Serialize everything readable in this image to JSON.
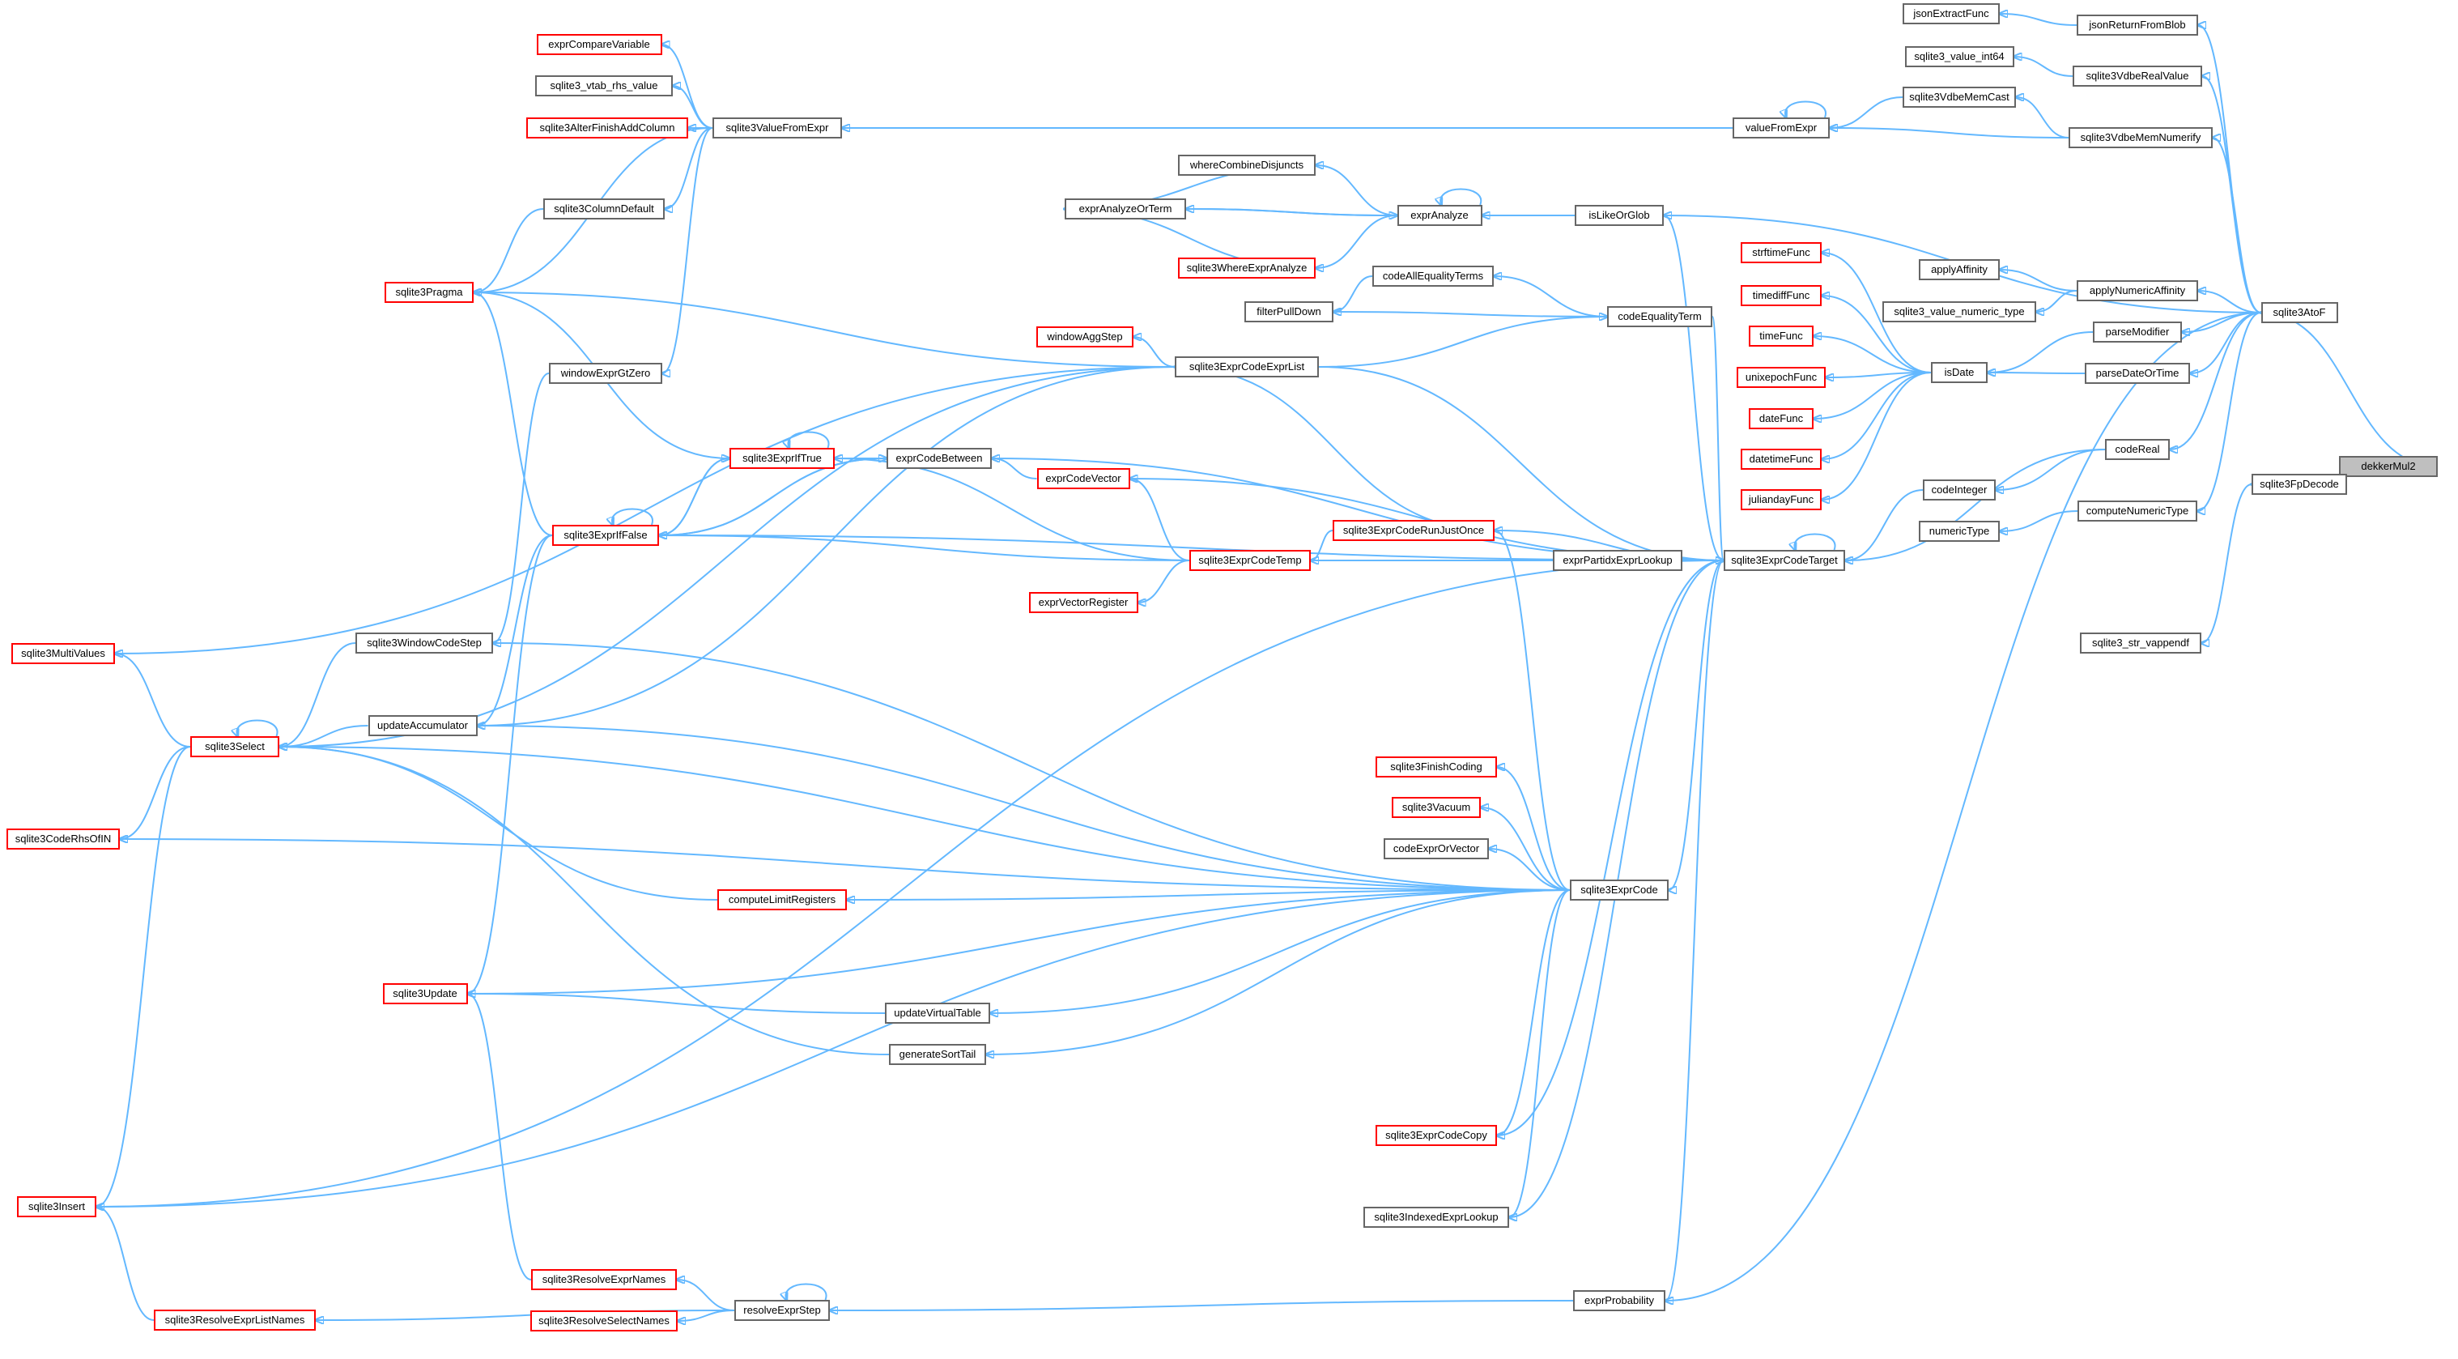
{
  "colors": {
    "edge": "#63b8ff",
    "node_border": "#666666",
    "highlight_border": "#ff0000",
    "focus_fill": "#bfbfbf"
  },
  "nodes": [
    {
      "id": "dekkerMul2",
      "label": "dekkerMul2",
      "style": "focus"
    },
    {
      "id": "jsonExtractFunc",
      "label": "jsonExtractFunc"
    },
    {
      "id": "jsonReturnFromBlob",
      "label": "jsonReturnFromBlob"
    },
    {
      "id": "sqlite3_value_int64",
      "label": "sqlite3_value_int64"
    },
    {
      "id": "sqlite3VdbeRealValue",
      "label": "sqlite3VdbeRealValue"
    },
    {
      "id": "sqlite3VdbeMemCast",
      "label": "sqlite3VdbeMemCast"
    },
    {
      "id": "sqlite3VdbeMemNumerify",
      "label": "sqlite3VdbeMemNumerify"
    },
    {
      "id": "exprCompareVariable",
      "label": "exprCompareVariable",
      "style": "red"
    },
    {
      "id": "sqlite3_vtab_rhs_value",
      "label": "sqlite3_vtab_rhs_value"
    },
    {
      "id": "sqlite3AlterFinishAddColumn",
      "label": "sqlite3AlterFinishAddColumn",
      "style": "red"
    },
    {
      "id": "sqlite3ValueFromExpr",
      "label": "sqlite3ValueFromExpr"
    },
    {
      "id": "valueFromExpr",
      "label": "valueFromExpr"
    },
    {
      "id": "whereCombineDisjuncts",
      "label": "whereCombineDisjuncts"
    },
    {
      "id": "exprAnalyzeOrTerm",
      "label": "exprAnalyzeOrTerm"
    },
    {
      "id": "exprAnalyze",
      "label": "exprAnalyze"
    },
    {
      "id": "isLikeOrGlob",
      "label": "isLikeOrGlob"
    },
    {
      "id": "sqlite3ColumnDefault",
      "label": "sqlite3ColumnDefault"
    },
    {
      "id": "sqlite3WhereExprAnalyze",
      "label": "sqlite3WhereExprAnalyze",
      "style": "red"
    },
    {
      "id": "strftimeFunc",
      "label": "strftimeFunc",
      "style": "red"
    },
    {
      "id": "applyAffinity",
      "label": "applyAffinity"
    },
    {
      "id": "codeAllEqualityTerms",
      "label": "codeAllEqualityTerms"
    },
    {
      "id": "sqlite3Pragma",
      "label": "sqlite3Pragma",
      "style": "red"
    },
    {
      "id": "timediffFunc",
      "label": "timediffFunc",
      "style": "red"
    },
    {
      "id": "applyNumericAffinity",
      "label": "applyNumericAffinity"
    },
    {
      "id": "sqlite3AtoF",
      "label": "sqlite3AtoF"
    },
    {
      "id": "filterPullDown",
      "label": "filterPullDown"
    },
    {
      "id": "codeEqualityTerm",
      "label": "codeEqualityTerm"
    },
    {
      "id": "sqlite3_value_numeric_type",
      "label": "sqlite3_value_numeric_type"
    },
    {
      "id": "parseModifier",
      "label": "parseModifier"
    },
    {
      "id": "windowAggStep",
      "label": "windowAggStep",
      "style": "red"
    },
    {
      "id": "timeFunc",
      "label": "timeFunc",
      "style": "red"
    },
    {
      "id": "sqlite3ExprCodeExprList",
      "label": "sqlite3ExprCodeExprList"
    },
    {
      "id": "windowExprGtZero",
      "label": "windowExprGtZero"
    },
    {
      "id": "unixepochFunc",
      "label": "unixepochFunc",
      "style": "red"
    },
    {
      "id": "isDate",
      "label": "isDate"
    },
    {
      "id": "parseDateOrTime",
      "label": "parseDateOrTime"
    },
    {
      "id": "dateFunc",
      "label": "dateFunc",
      "style": "red"
    },
    {
      "id": "codeReal",
      "label": "codeReal"
    },
    {
      "id": "sqlite3ExprIfTrue",
      "label": "sqlite3ExprIfTrue",
      "style": "red"
    },
    {
      "id": "exprCodeBetween",
      "label": "exprCodeBetween"
    },
    {
      "id": "datetimeFunc",
      "label": "datetimeFunc",
      "style": "red"
    },
    {
      "id": "exprCodeVector",
      "label": "exprCodeVector",
      "style": "red"
    },
    {
      "id": "sqlite3FpDecode",
      "label": "sqlite3FpDecode"
    },
    {
      "id": "codeInteger",
      "label": "codeInteger"
    },
    {
      "id": "juliandayFunc",
      "label": "juliandayFunc",
      "style": "red"
    },
    {
      "id": "computeNumericType",
      "label": "computeNumericType"
    },
    {
      "id": "sqlite3ExprCodeRunJustOnce",
      "label": "sqlite3ExprCodeRunJustOnce",
      "style": "red"
    },
    {
      "id": "sqlite3ExprIfFalse",
      "label": "sqlite3ExprIfFalse",
      "style": "red"
    },
    {
      "id": "numericType",
      "label": "numericType"
    },
    {
      "id": "exprPartidxExprLookup",
      "label": "exprPartidxExprLookup"
    },
    {
      "id": "sqlite3ExprCodeTarget",
      "label": "sqlite3ExprCodeTarget"
    },
    {
      "id": "sqlite3ExprCodeTemp",
      "label": "sqlite3ExprCodeTemp",
      "style": "red"
    },
    {
      "id": "exprVectorRegister",
      "label": "exprVectorRegister",
      "style": "red"
    },
    {
      "id": "sqlite3WindowCodeStep",
      "label": "sqlite3WindowCodeStep"
    },
    {
      "id": "sqlite3_str_vappendf",
      "label": "sqlite3_str_vappendf"
    },
    {
      "id": "sqlite3MultiValues",
      "label": "sqlite3MultiValues",
      "style": "red"
    },
    {
      "id": "updateAccumulator",
      "label": "updateAccumulator"
    },
    {
      "id": "sqlite3Select",
      "label": "sqlite3Select",
      "style": "red"
    },
    {
      "id": "sqlite3FinishCoding",
      "label": "sqlite3FinishCoding",
      "style": "red"
    },
    {
      "id": "sqlite3Vacuum",
      "label": "sqlite3Vacuum",
      "style": "red"
    },
    {
      "id": "sqlite3CodeRhsOfIN",
      "label": "sqlite3CodeRhsOfIN",
      "style": "red"
    },
    {
      "id": "codeExprOrVector",
      "label": "codeExprOrVector"
    },
    {
      "id": "sqlite3ExprCode",
      "label": "sqlite3ExprCode"
    },
    {
      "id": "computeLimitRegisters",
      "label": "computeLimitRegisters",
      "style": "red"
    },
    {
      "id": "sqlite3Update",
      "label": "sqlite3Update",
      "style": "red"
    },
    {
      "id": "updateVirtualTable",
      "label": "updateVirtualTable"
    },
    {
      "id": "generateSortTail",
      "label": "generateSortTail"
    },
    {
      "id": "sqlite3ExprCodeCopy",
      "label": "sqlite3ExprCodeCopy",
      "style": "red"
    },
    {
      "id": "sqlite3Insert",
      "label": "sqlite3Insert",
      "style": "red"
    },
    {
      "id": "sqlite3IndexedExprLookup",
      "label": "sqlite3IndexedExprLookup"
    },
    {
      "id": "sqlite3ResolveExprNames",
      "label": "sqlite3ResolveExprNames",
      "style": "red"
    },
    {
      "id": "exprProbability",
      "label": "exprProbability"
    },
    {
      "id": "resolveExprStep",
      "label": "resolveExprStep"
    },
    {
      "id": "sqlite3ResolveSelectNames",
      "label": "sqlite3ResolveSelectNames",
      "style": "red"
    },
    {
      "id": "sqlite3ResolveExprListNames",
      "label": "sqlite3ResolveExprListNames",
      "style": "red"
    }
  ],
  "edges": [
    [
      "jsonExtractFunc",
      "jsonReturnFromBlob"
    ],
    [
      "sqlite3_value_int64",
      "sqlite3VdbeRealValue"
    ],
    [
      "sqlite3VdbeMemCast",
      "sqlite3VdbeMemNumerify"
    ],
    [
      "jsonReturnFromBlob",
      "sqlite3AtoF"
    ],
    [
      "sqlite3VdbeRealValue",
      "sqlite3AtoF"
    ],
    [
      "sqlite3VdbeMemNumerify",
      "sqlite3AtoF"
    ],
    [
      "exprCompareVariable",
      "sqlite3ValueFromExpr"
    ],
    [
      "sqlite3_vtab_rhs_value",
      "sqlite3ValueFromExpr"
    ],
    [
      "sqlite3AlterFinishAddColumn",
      "sqlite3ValueFromExpr"
    ],
    [
      "sqlite3ColumnDefault",
      "sqlite3ValueFromExpr"
    ],
    [
      "sqlite3Pragma",
      "sqlite3ValueFromExpr"
    ],
    [
      "windowExprGtZero",
      "sqlite3ValueFromExpr"
    ],
    [
      "sqlite3ValueFromExpr",
      "valueFromExpr"
    ],
    [
      "valueFromExpr",
      "valueFromExpr"
    ],
    [
      "valueFromExpr",
      "sqlite3VdbeMemCast"
    ],
    [
      "valueFromExpr",
      "sqlite3VdbeMemNumerify"
    ],
    [
      "exprAnalyzeOrTerm",
      "whereCombineDisjuncts"
    ],
    [
      "whereCombineDisjuncts",
      "exprAnalyze"
    ],
    [
      "exprAnalyzeOrTerm",
      "exprAnalyze"
    ],
    [
      "exprAnalyze",
      "exprAnalyzeOrTerm"
    ],
    [
      "exprAnalyze",
      "exprAnalyze"
    ],
    [
      "exprAnalyzeOrTerm",
      "sqlite3WhereExprAnalyze"
    ],
    [
      "sqlite3WhereExprAnalyze",
      "exprAnalyze"
    ],
    [
      "exprAnalyze",
      "isLikeOrGlob"
    ],
    [
      "isLikeOrGlob",
      "sqlite3AtoF"
    ],
    [
      "sqlite3Pragma",
      "sqlite3ColumnDefault"
    ],
    [
      "applyAffinity",
      "applyNumericAffinity"
    ],
    [
      "sqlite3_value_numeric_type",
      "applyNumericAffinity"
    ],
    [
      "applyNumericAffinity",
      "sqlite3AtoF"
    ],
    [
      "filterPullDown",
      "codeAllEqualityTerms"
    ],
    [
      "codeAllEqualityTerms",
      "codeEqualityTerm"
    ],
    [
      "filterPullDown",
      "codeEqualityTerm"
    ],
    [
      "parseModifier",
      "sqlite3AtoF"
    ],
    [
      "parseDateOrTime",
      "sqlite3AtoF"
    ],
    [
      "strftimeFunc",
      "isDate"
    ],
    [
      "timediffFunc",
      "isDate"
    ],
    [
      "timeFunc",
      "isDate"
    ],
    [
      "unixepochFunc",
      "isDate"
    ],
    [
      "dateFunc",
      "isDate"
    ],
    [
      "datetimeFunc",
      "isDate"
    ],
    [
      "juliandayFunc",
      "isDate"
    ],
    [
      "isDate",
      "parseModifier"
    ],
    [
      "isDate",
      "parseDateOrTime"
    ],
    [
      "codeReal",
      "sqlite3AtoF"
    ],
    [
      "codeInteger",
      "codeReal"
    ],
    [
      "computeNumericType",
      "sqlite3AtoF"
    ],
    [
      "numericType",
      "computeNumericType"
    ],
    [
      "sqlite3AtoF",
      "dekkerMul2"
    ],
    [
      "sqlite3FpDecode",
      "dekkerMul2"
    ],
    [
      "sqlite3_str_vappendf",
      "sqlite3FpDecode"
    ],
    [
      "windowAggStep",
      "sqlite3ExprCodeExprList"
    ],
    [
      "sqlite3Pragma",
      "sqlite3ExprCodeExprList"
    ],
    [
      "sqlite3Select",
      "sqlite3ExprCodeExprList"
    ],
    [
      "codeEqualityTerm",
      "sqlite3ExprCodeExprList"
    ],
    [
      "sqlite3ExprIfTrue",
      "sqlite3ExprIfTrue"
    ],
    [
      "sqlite3ExprIfTrue",
      "sqlite3ExprIfFalse"
    ],
    [
      "sqlite3ExprIfFalse",
      "sqlite3ExprIfTrue"
    ],
    [
      "sqlite3ExprIfFalse",
      "sqlite3ExprIfFalse"
    ],
    [
      "exprCodeBetween",
      "sqlite3ExprIfTrue"
    ],
    [
      "exprCodeBetween",
      "sqlite3ExprIfFalse"
    ],
    [
      "sqlite3ExprIfTrue",
      "exprCodeBetween"
    ],
    [
      "sqlite3ExprIfFalse",
      "exprCodeBetween"
    ],
    [
      "sqlite3Pragma",
      "sqlite3ExprIfTrue"
    ],
    [
      "sqlite3Pragma",
      "sqlite3ExprIfFalse"
    ],
    [
      "exprCodeBetween",
      "exprCodeVector"
    ],
    [
      "exprCodeVector",
      "sqlite3ExprCodeTemp"
    ],
    [
      "sqlite3ExprIfTrue",
      "sqlite3ExprCodeTemp"
    ],
    [
      "sqlite3ExprIfFalse",
      "sqlite3ExprCodeTemp"
    ],
    [
      "exprVectorRegister",
      "sqlite3ExprCodeTemp"
    ],
    [
      "sqlite3ExprCodeTemp",
      "sqlite3ExprCodeRunJustOnce"
    ],
    [
      "sqlite3ExprCodeExprList",
      "sqlite3ExprCodeRunJustOnce"
    ],
    [
      "sqlite3ExprCodeTarget",
      "sqlite3ExprCodeTemp"
    ],
    [
      "sqlite3ExprCodeTarget",
      "sqlite3ExprCodeExprList"
    ],
    [
      "sqlite3ExprCodeTarget",
      "exprCodeBetween"
    ],
    [
      "sqlite3ExprCodeTarget",
      "exprCodeVector"
    ],
    [
      "sqlite3ExprCodeTarget",
      "sqlite3ExprCodeRunJustOnce"
    ],
    [
      "sqlite3ExprCodeTarget",
      "exprPartidxExprLookup"
    ],
    [
      "sqlite3ExprCodeTarget",
      "sqlite3ExprIfFalse"
    ],
    [
      "sqlite3ExprCodeTarget",
      "sqlite3ExprCodeTarget"
    ],
    [
      "sqlite3ExprCodeTarget",
      "codeInteger"
    ],
    [
      "sqlite3ExprCodeTarget",
      "codeReal"
    ],
    [
      "sqlite3ExprCodeTarget",
      "isLikeOrGlob"
    ],
    [
      "sqlite3ExprCodeTarget",
      "codeEqualityTerm"
    ],
    [
      "sqlite3ExprCodeRunJustOnce",
      "sqlite3ExprCode"
    ],
    [
      "sqlite3ExprCode",
      "sqlite3ExprCodeTarget"
    ],
    [
      "sqlite3ExprCodeCopy",
      "sqlite3ExprCodeTarget"
    ],
    [
      "sqlite3IndexedExprLookup",
      "sqlite3ExprCodeTarget"
    ],
    [
      "exprProbability",
      "sqlite3ExprCodeTarget"
    ],
    [
      "sqlite3Select",
      "sqlite3WindowCodeStep"
    ],
    [
      "sqlite3MultiValues",
      "sqlite3Select"
    ],
    [
      "sqlite3Select",
      "sqlite3Select"
    ],
    [
      "sqlite3Select",
      "updateAccumulator"
    ],
    [
      "sqlite3CodeRhsOfIN",
      "sqlite3Select"
    ],
    [
      "sqlite3Insert",
      "sqlite3Select"
    ],
    [
      "sqlite3WindowCodeStep",
      "windowExprGtZero"
    ],
    [
      "sqlite3WindowCodeStep",
      "sqlite3ExprCode"
    ],
    [
      "updateAccumulator",
      "sqlite3ExprIfFalse"
    ],
    [
      "updateAccumulator",
      "sqlite3ExprCodeExprList"
    ],
    [
      "updateAccumulator",
      "sqlite3ExprCode"
    ],
    [
      "sqlite3Select",
      "sqlite3ExprCode"
    ],
    [
      "sqlite3MultiValues",
      "sqlite3ExprCodeExprList"
    ],
    [
      "sqlite3FinishCoding",
      "sqlite3ExprCode"
    ],
    [
      "sqlite3Vacuum",
      "sqlite3ExprCode"
    ],
    [
      "codeExprOrVector",
      "sqlite3ExprCode"
    ],
    [
      "sqlite3Select",
      "computeLimitRegisters"
    ],
    [
      "computeLimitRegisters",
      "sqlite3ExprCode"
    ],
    [
      "sqlite3Update",
      "sqlite3ExprIfFalse"
    ],
    [
      "sqlite3Update",
      "updateVirtualTable"
    ],
    [
      "sqlite3Update",
      "sqlite3ExprCode"
    ],
    [
      "updateVirtualTable",
      "sqlite3ExprCode"
    ],
    [
      "sqlite3Select",
      "generateSortTail"
    ],
    [
      "generateSortTail",
      "sqlite3ExprCode"
    ],
    [
      "sqlite3CodeRhsOfIN",
      "sqlite3ExprCode"
    ],
    [
      "sqlite3ExprCodeCopy",
      "sqlite3ExprCode"
    ],
    [
      "sqlite3Insert",
      "sqlite3ExprCode"
    ],
    [
      "sqlite3IndexedExprLookup",
      "sqlite3ExprCode"
    ],
    [
      "sqlite3Insert",
      "sqlite3ExprCodeTarget"
    ],
    [
      "sqlite3ResolveExprNames",
      "resolveExprStep"
    ],
    [
      "sqlite3ResolveSelectNames",
      "resolveExprStep"
    ],
    [
      "sqlite3ResolveExprListNames",
      "resolveExprStep"
    ],
    [
      "resolveExprStep",
      "resolveExprStep"
    ],
    [
      "resolveExprStep",
      "exprProbability"
    ],
    [
      "exprProbability",
      "sqlite3AtoF"
    ],
    [
      "sqlite3Insert",
      "sqlite3ResolveExprListNames"
    ],
    [
      "sqlite3Update",
      "sqlite3ResolveExprNames"
    ]
  ]
}
